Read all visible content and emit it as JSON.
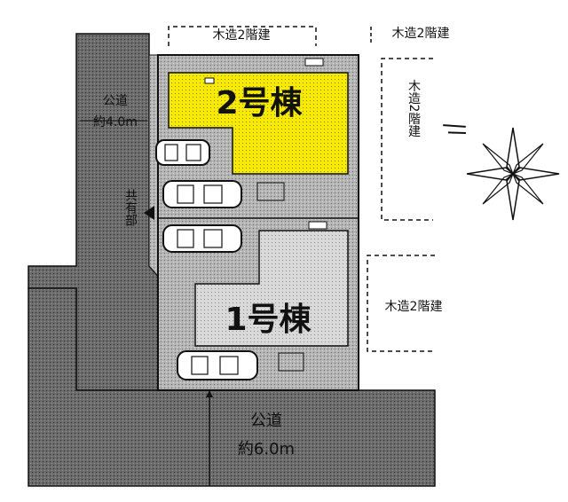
{
  "buildings": {
    "b2": {
      "label": "2号棟",
      "fill": "#f5ea00"
    },
    "b1": {
      "label": "1号棟",
      "fill": "#cfcfcf"
    }
  },
  "roads": {
    "left": {
      "label": "公道",
      "width": "約4.0m"
    },
    "bottom": {
      "label": "公道",
      "width": "約6.0m"
    },
    "shared": {
      "label": "共有部"
    }
  },
  "neighbors": {
    "top": "木造2階建",
    "top_right": "木造2階建",
    "right_vertical": "木造2階建",
    "right_mid": "木造2階建"
  },
  "colors": {
    "road": "#5a5a5a",
    "lot": "#a8a8a8",
    "line": "#111111"
  }
}
